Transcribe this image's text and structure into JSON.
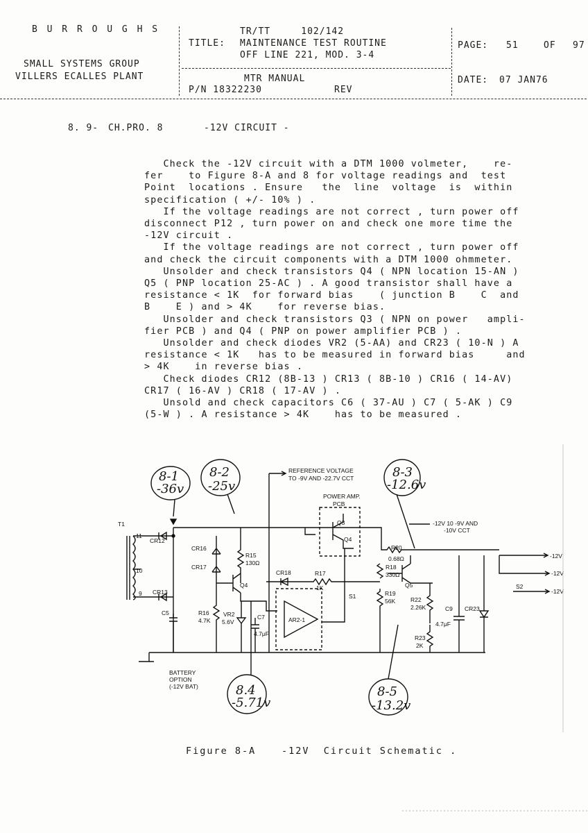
{
  "header": {
    "company": "B U R R O U G H S",
    "group": "SMALL SYSTEMS GROUP",
    "plant": "VILLERS ECALLES PLANT",
    "doc_ref": "TR/TT     102/142",
    "title_label": "TITLE:",
    "title_line1": "MAINTENANCE TEST ROUTINE",
    "title_line2": "OFF LINE 221, MOD. 3-4",
    "manual": "MTR MANUAL",
    "part_number": "P/N 18322230",
    "rev_label": "REV",
    "page_label": "PAGE:",
    "page_number": "51",
    "page_of": "OF",
    "page_total": "97",
    "date_label": "DATE:",
    "date": "07 JAN76"
  },
  "section": {
    "number": "8. 9-",
    "code": "CH.PRO. 8",
    "title": "-12V CIRCUIT -"
  },
  "body_lines": [
    "   Check the -12V circuit with a DTM 1000 volmeter,    re-",
    "fer    to Figure 8-A and 8 for voltage readings and  test",
    "Point  locations . Ensure   the  line  voltage  is  within",
    "specification ( +/- 10% ) .",
    "   If the voltage readings are not correct , turn power off",
    "disconnect P12 , turn power on and check one more time the",
    "-12V circuit .",
    "   If the voltage readings are not correct , turn power off",
    "and check the circuit components with a DTM 1000 ohmmeter.",
    "   Unsolder and check transistors Q4 ( NPN location 15-AN )",
    "Q5 ( PNP location 25-AC ) . A good transistor shall have a",
    "resistance < 1K  for forward bias    ( junction B    C  and",
    "B    E ) and > 4K    for reverse bias.",
    "   Unsolder and check transistors Q3 ( NPN on power   ampli-",
    "fier PCB ) and Q4 ( PNP on power amplifier PCB ) .",
    "   Unsolder and check diodes VR2 (5-AA) and CR23 ( 10-N ) A",
    "resistance < 1K   has to be measured in forward bias     and",
    "> 4K    in reverse bias .",
    "   Check diodes CR12 (8B-13 ) CR13 ( 8B-10 ) CR16 ( 14-AV)",
    "CR17 ( 16-AV ) CR18 ( 17-AV ) .",
    "   Unsold and check capacitors C6 ( 37-AU ) C7 ( 5-AK ) C9",
    "(5-W ) . A resistance > 4K    has to be measured ."
  ],
  "schematic": {
    "test_points": [
      {
        "label": "8-1",
        "voltage": "-36v"
      },
      {
        "label": "8-2",
        "voltage": "-25v"
      },
      {
        "label": "8-3",
        "voltage": "-12.6v"
      },
      {
        "label": "8.4",
        "voltage": "-5.71v"
      },
      {
        "label": "8-5",
        "voltage": "-13.2v"
      }
    ],
    "labels": {
      "ref_voltage_1": "REFERENCE VOLTAGE",
      "ref_voltage_2": "TO -9V AND -22.7V CCT",
      "power_amp_1": "POWER AMP.",
      "power_amp_2": "PCB",
      "out_note_1": "-12V 10 -9V AND",
      "out_note_2": "-10V CCT",
      "battery_1": "BATTERY",
      "battery_2": "OPTION",
      "battery_3": "(-12V BAT)",
      "out_1": "-12V",
      "out_2": "-12V",
      "out_3": "-12V",
      "s2": "S2",
      "s1": "S1"
    },
    "components": {
      "T1": "T1",
      "tap_11": "11",
      "tap_10": "10",
      "tap_9": "9",
      "CR12": "CR12",
      "CR13": "CR13",
      "C5": "C5",
      "CR16": "CR16",
      "CR17": "CR17",
      "R15": "R15",
      "R15v": "130Ω",
      "Q4": "Q4",
      "R16": "R16",
      "R16v": "4.7K",
      "VR2": "VR2",
      "VR2v": "5.6V",
      "C7": "C7",
      "C7v": "4.7μF",
      "CR18": "CR18",
      "R17": "R17",
      "R17v": "1K",
      "AR2": "AR2-1",
      "Q3": "Q3",
      "Q4b": "Q4",
      "R20": "R20",
      "R20v": "0.68Ω",
      "R18": "R18",
      "R18v": "330Ω",
      "R19": "R19",
      "R19v": "56K",
      "Q5": "Q5",
      "R22": "R22",
      "R22v": "2.26K",
      "C9": "C9",
      "C9v": "4.7μF",
      "CR23": "CR23",
      "R23": "R23",
      "R23v": "2K"
    }
  },
  "caption": {
    "figure": "Figure 8-A",
    "text": "-12V  Circuit Schematic ."
  }
}
